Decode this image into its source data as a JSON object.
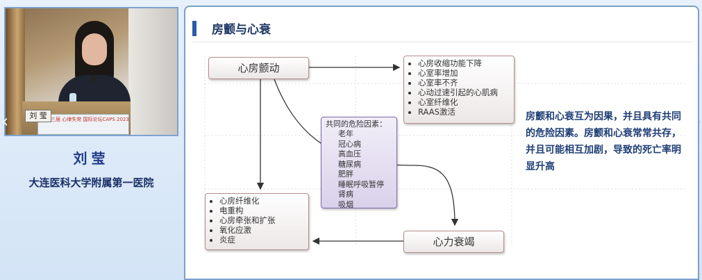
{
  "speaker": {
    "name": "刘莹",
    "organization": "大连医科大学附属第一医院",
    "nameplate": "刘 莹",
    "podium_slogan": "第十三届 心律失常 国际论坛CAPS 2023"
  },
  "navigation": {
    "prev_icon": "chevron-left-icon",
    "next_icon": "chevron-right-icon",
    "prev_glyph": "‹",
    "next_glyph": "›"
  },
  "slide": {
    "title": "房颤与心衰",
    "accent_color": "#2d5aa8",
    "nodes": {
      "af": "心房颤动",
      "hf": "心力衰竭"
    },
    "af_to_hf_effects": [
      "心房收缩功能下降",
      "心室率增加",
      "心室率不齐",
      "心动过速引起的心肌病",
      "心室纤维化",
      "RAAS激活"
    ],
    "hf_to_af_effects": [
      "心房纤维化",
      "电重构",
      "心房牵张和扩张",
      "氧化应激",
      "炎症"
    ],
    "common_risks": {
      "title": "共同的危险因素：",
      "items": [
        "老年",
        "冠心病",
        "高血压",
        "糖尿病",
        "肥胖",
        "睡眠呼吸暂停",
        "肾病",
        "吸烟"
      ]
    },
    "summary": "房颤和心衰互为因果，并且具有共同的危险因素。房颤和心衰常常共存，并且可能相互加剧，导致的死亡率明显升高"
  }
}
